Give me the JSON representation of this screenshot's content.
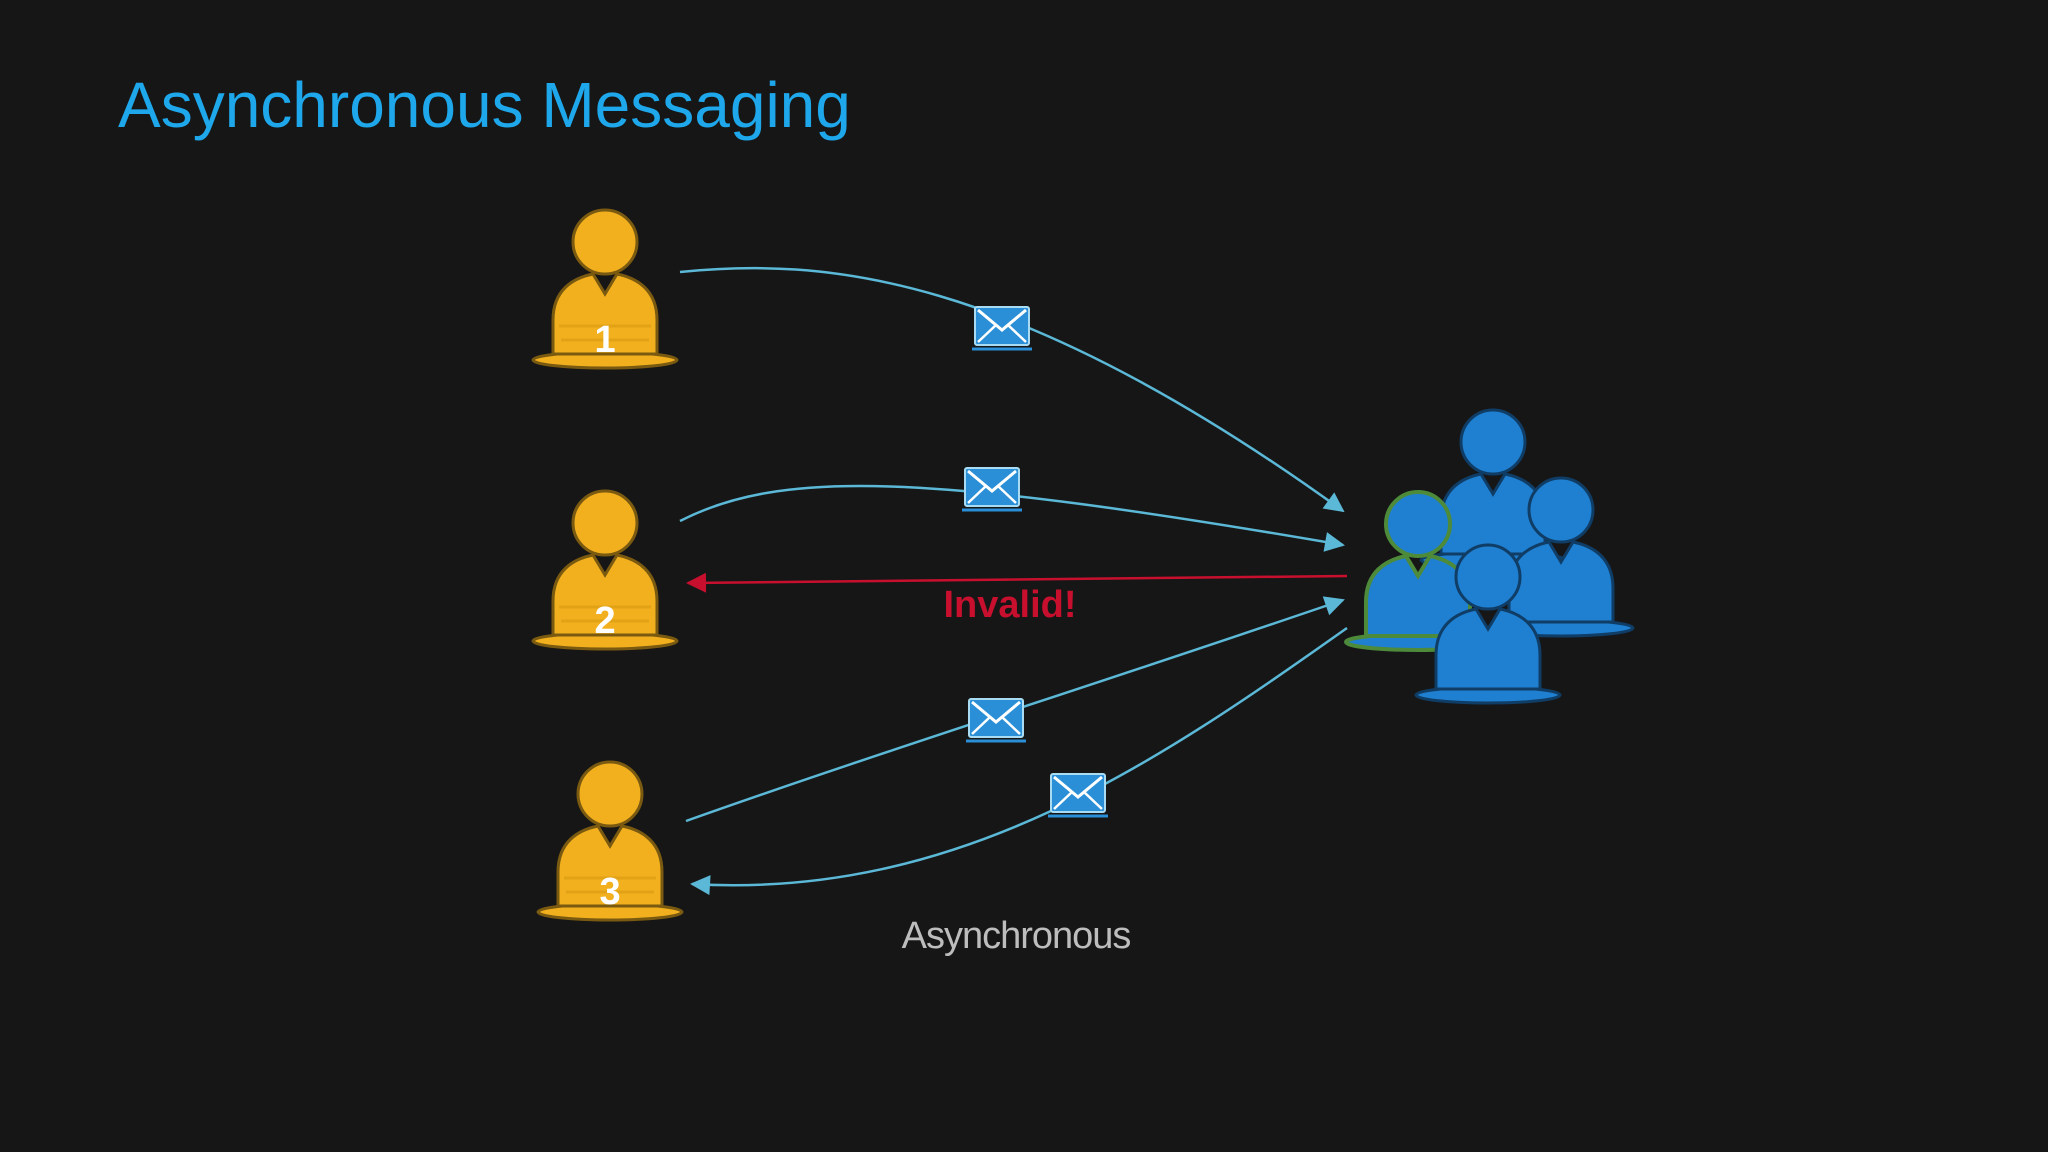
{
  "slide": {
    "title": "Asynchronous Messaging",
    "caption": "Asynchronous",
    "invalid_label": "Invalid!"
  },
  "clients": [
    {
      "label": "1",
      "icon": "person-icon"
    },
    {
      "label": "2",
      "icon": "person-icon"
    },
    {
      "label": "3",
      "icon": "person-icon"
    }
  ],
  "server": {
    "icon": "people-group-icon"
  },
  "colors": {
    "background": "#161617",
    "title": "#1ea7ea",
    "client": "#f2b01e",
    "server": "#1f7fd0",
    "message_line": "#5bb8d6",
    "invalid_line": "#c8102e",
    "caption": "#bdbdbd"
  }
}
